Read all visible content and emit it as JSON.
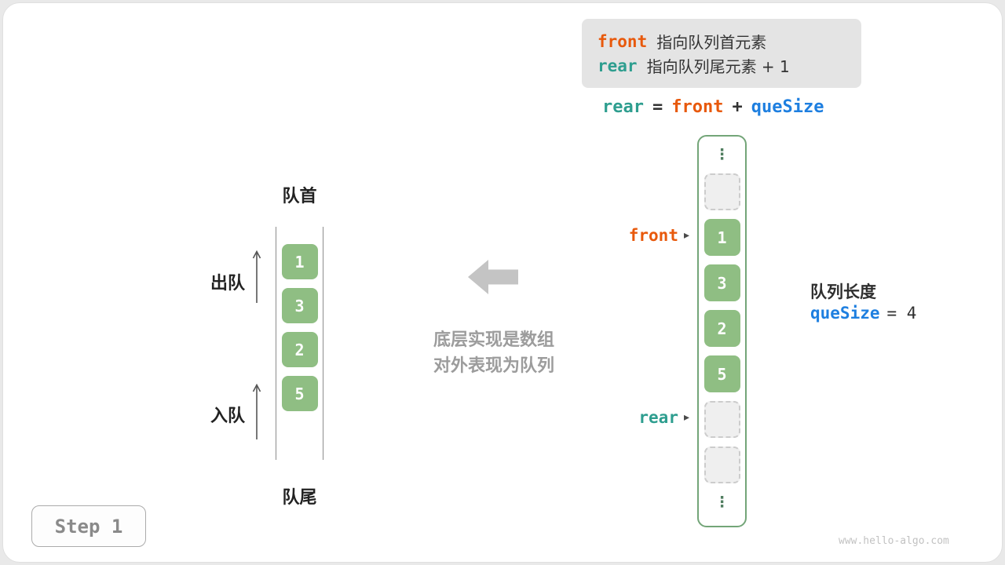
{
  "annotation": {
    "line1_keyword": "front",
    "line1_text": "指向队列首元素",
    "line2_keyword": "rear",
    "line2_text": "指向队列尾元素 + 1"
  },
  "formula": {
    "lhs": "rear",
    "eq": "=",
    "front_var": "front",
    "plus": "+",
    "size_var": "queSize"
  },
  "array_view": {
    "ellipsis": "⋮",
    "values": [
      "1",
      "3",
      "2",
      "5"
    ],
    "front_pointer": "front",
    "rear_pointer": "rear",
    "pointer_glyph": "▸"
  },
  "queue_info": {
    "label": "队列长度",
    "var": "queSize",
    "value": "= 4"
  },
  "left_queue": {
    "head_label": "队首",
    "tail_label": "队尾",
    "dequeue_label": "出队",
    "enqueue_label": "入队",
    "values": [
      "1",
      "3",
      "2",
      "5"
    ]
  },
  "center_caption": {
    "line1": "底层实现是数组",
    "line2": "对外表现为队列"
  },
  "step_label": "Step 1",
  "watermark": "www.hello-algo.com",
  "colors": {
    "front": "#e8590c",
    "rear": "#2e9e8f",
    "quesize": "#1e7fe0",
    "cell_green": "#8fbe83",
    "array_border": "#73a578"
  }
}
